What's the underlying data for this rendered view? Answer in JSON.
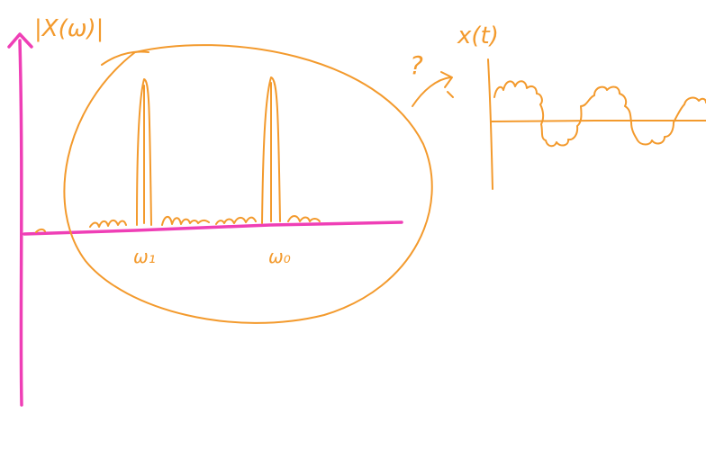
{
  "labels": {
    "magnitude": "|X(ω)|",
    "omega_1": "ω₁",
    "omega_0": "ω₀",
    "question_mark": "?",
    "time_signal": "x(t)"
  },
  "colors": {
    "axis": "#ef3fb6",
    "ink": "#f39a2d",
    "background": "#ffffff"
  }
}
